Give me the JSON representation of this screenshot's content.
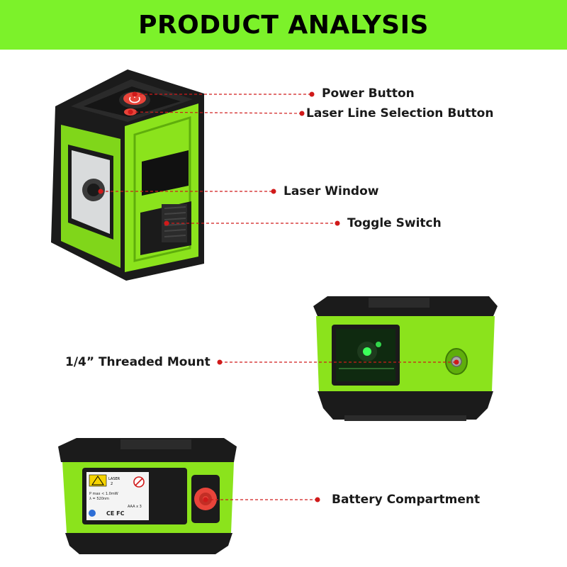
{
  "banner": {
    "title": "PRODUCT ANALYSIS",
    "background": "#7cf22a"
  },
  "colors": {
    "body_green": "#8be31c",
    "body_green_dark": "#5fae0c",
    "frame_black": "#1b1b1b",
    "callout_red": "#d01a1a",
    "button_red": "#e8443a"
  },
  "callouts": [
    {
      "id": "power-button",
      "label": "Power Button"
    },
    {
      "id": "laser-line-selection-button",
      "label": "Laser Line Selection Button"
    },
    {
      "id": "laser-window",
      "label": "Laser  Window"
    },
    {
      "id": "toggle-switch",
      "label": "Toggle  Switch"
    },
    {
      "id": "threaded-mount",
      "label": "1/4”  Threaded Mount"
    },
    {
      "id": "battery-compartment",
      "label": "Battery Compartment"
    }
  ],
  "product_views": [
    {
      "id": "front-three-quarter",
      "icon": "laser-level-front-view"
    },
    {
      "id": "side-view",
      "icon": "laser-level-side-view"
    },
    {
      "id": "back-view",
      "icon": "laser-level-back-view"
    }
  ],
  "back_label": {
    "line1": "LASER",
    "line2": "2",
    "spec1": "P max < 1.0mW",
    "spec2": "λ = 520nm",
    "battery": "AAA x 3",
    "marks": "CE FC"
  }
}
